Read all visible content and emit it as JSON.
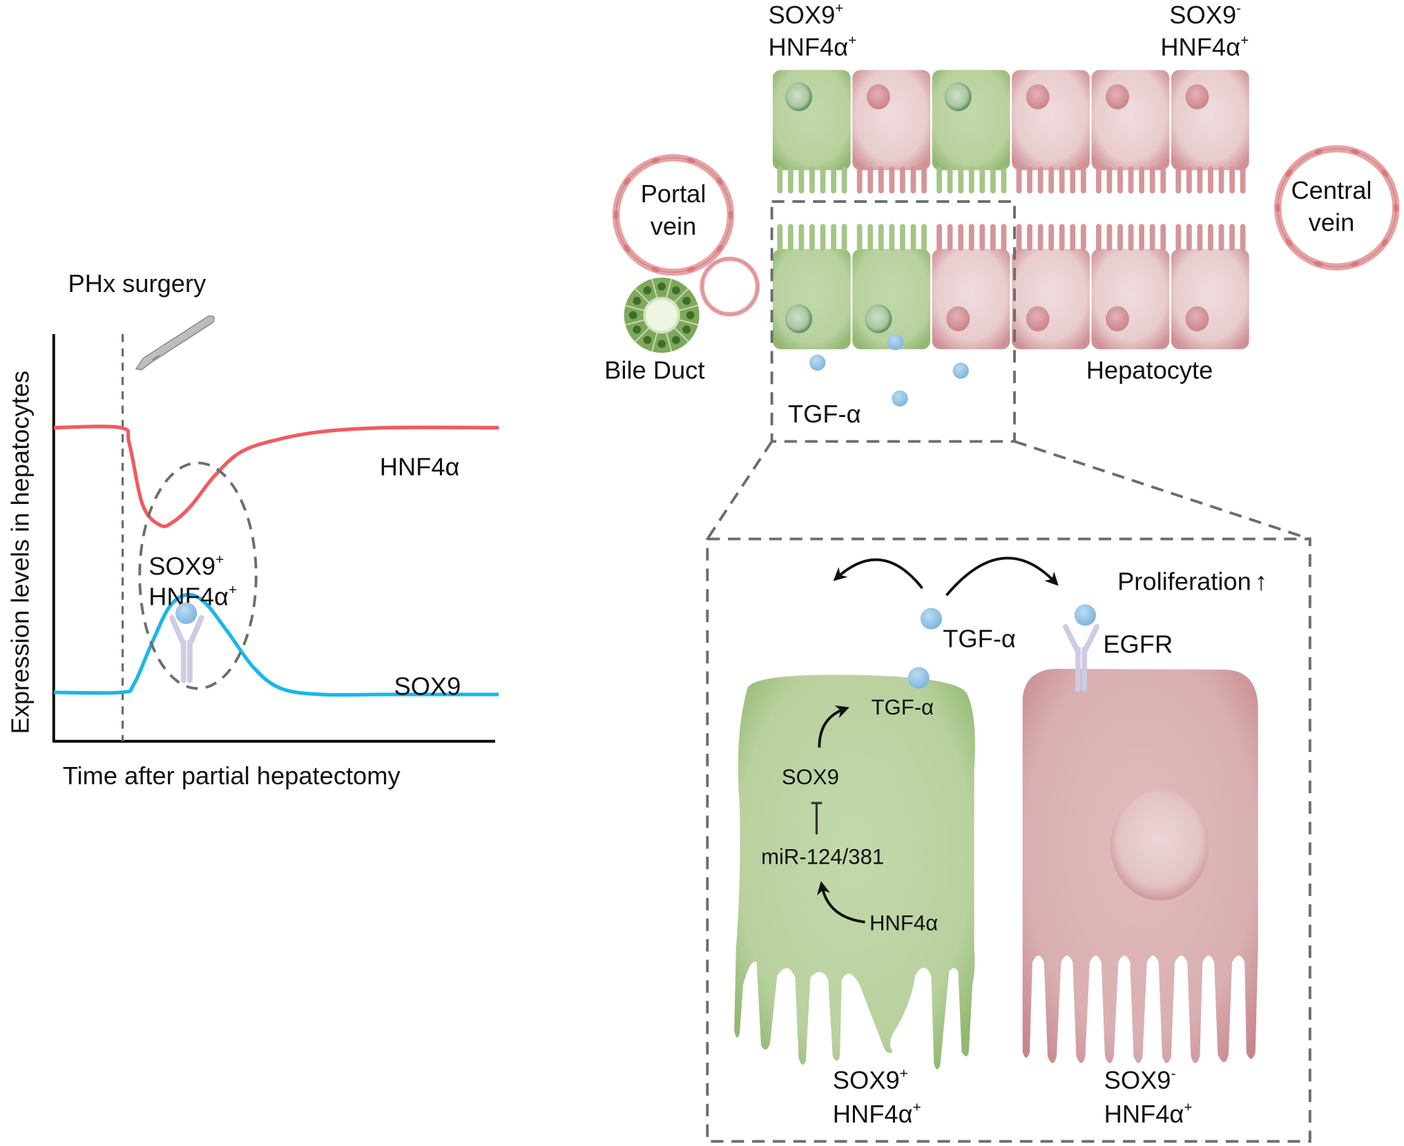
{
  "chart_data": {
    "type": "line",
    "title": "",
    "xlabel": "Time after partial hepatectomy",
    "ylabel": "Expression levels in hepatocytes",
    "x_ticks": [],
    "y_ticks": [],
    "xlim": [
      0,
      100
    ],
    "ylim": [
      0,
      100
    ],
    "grid": false,
    "legend": "inline-right",
    "series": [
      {
        "name": "HNF4α",
        "color": "#f25a60",
        "x": [
          0,
          15,
          17,
          20,
          24,
          27,
          31,
          36,
          42,
          50,
          60,
          75,
          100
        ],
        "y": [
          77,
          77,
          73,
          58,
          53,
          54,
          58,
          65,
          71,
          74,
          76,
          77,
          77
        ]
      },
      {
        "name": "SOX9",
        "color": "#19b7ea",
        "x": [
          0,
          15,
          18,
          22,
          26,
          30,
          34,
          39,
          45,
          51,
          60,
          75,
          100
        ],
        "y": [
          12,
          12,
          14,
          24,
          33,
          36,
          34,
          27,
          18,
          13,
          11.5,
          11.5,
          11.5
        ]
      }
    ],
    "annotations": [
      {
        "text": "PHx surgery",
        "x": 15,
        "type": "vertical-dashed-line"
      },
      {
        "text": "SOX9⁺ HNF4α⁺",
        "type": "dashed-ellipse",
        "x": 30
      }
    ]
  },
  "left_panel": {
    "event_label": "PHx surgery",
    "event_icon": "scalpel-icon",
    "series_labels": {
      "hnf4a": "HNF4α",
      "sox9": "SOX9"
    },
    "ellipse_label": {
      "line1": "SOX9",
      "sup1": "+",
      "line2": "HNF4α",
      "sup2": "+"
    },
    "xlabel": "Time after partial hepatectomy",
    "ylabel": "Expression levels in hepatocytes"
  },
  "lobule": {
    "label_left": {
      "line1": "SOX9",
      "sup1": "+",
      "line2": "HNF4α",
      "sup2": "+"
    },
    "label_right": {
      "line1": "SOX9",
      "sup1": "-",
      "line2": "HNF4α",
      "sup2": "+"
    },
    "portal_vein": {
      "line1": "Portal",
      "line2": "vein"
    },
    "central_vein": {
      "line1": "Central",
      "line2": "vein"
    },
    "bile_duct": "Bile Duct",
    "hepatocyte": "Hepatocyte",
    "tgf": "TGF-α",
    "top_row": [
      "green",
      "red",
      "green",
      "red",
      "red",
      "red"
    ],
    "bottom_row": [
      "green",
      "green",
      "red",
      "red",
      "red",
      "red"
    ]
  },
  "zoom_panel": {
    "proliferation": "Proliferation",
    "proliferation_arrow": "↑",
    "tgf_free": "TGF-α",
    "egfr": "EGFR",
    "tgf_inside": "TGF-α",
    "sox9": "SOX9",
    "mir": "miR-124/381",
    "hnf4a": "HNF4α",
    "cell_left_label": {
      "line1": "SOX9",
      "sup1": "+",
      "line2": "HNF4α",
      "sup2": "+"
    },
    "cell_right_label": {
      "line1": "SOX9",
      "sup1": "-",
      "line2": "HNF4α",
      "sup2": "+"
    }
  },
  "colors": {
    "hnf4a": "#f25a60",
    "sox9": "#19b7ea",
    "green_cell": "#b9d2a0",
    "green_edge": "#8db36b",
    "red_cell": "#ecd3d4",
    "red_edge": "#c98387",
    "tgf_dot": "#8fc0e3",
    "receptor": "#cfcbe3"
  }
}
